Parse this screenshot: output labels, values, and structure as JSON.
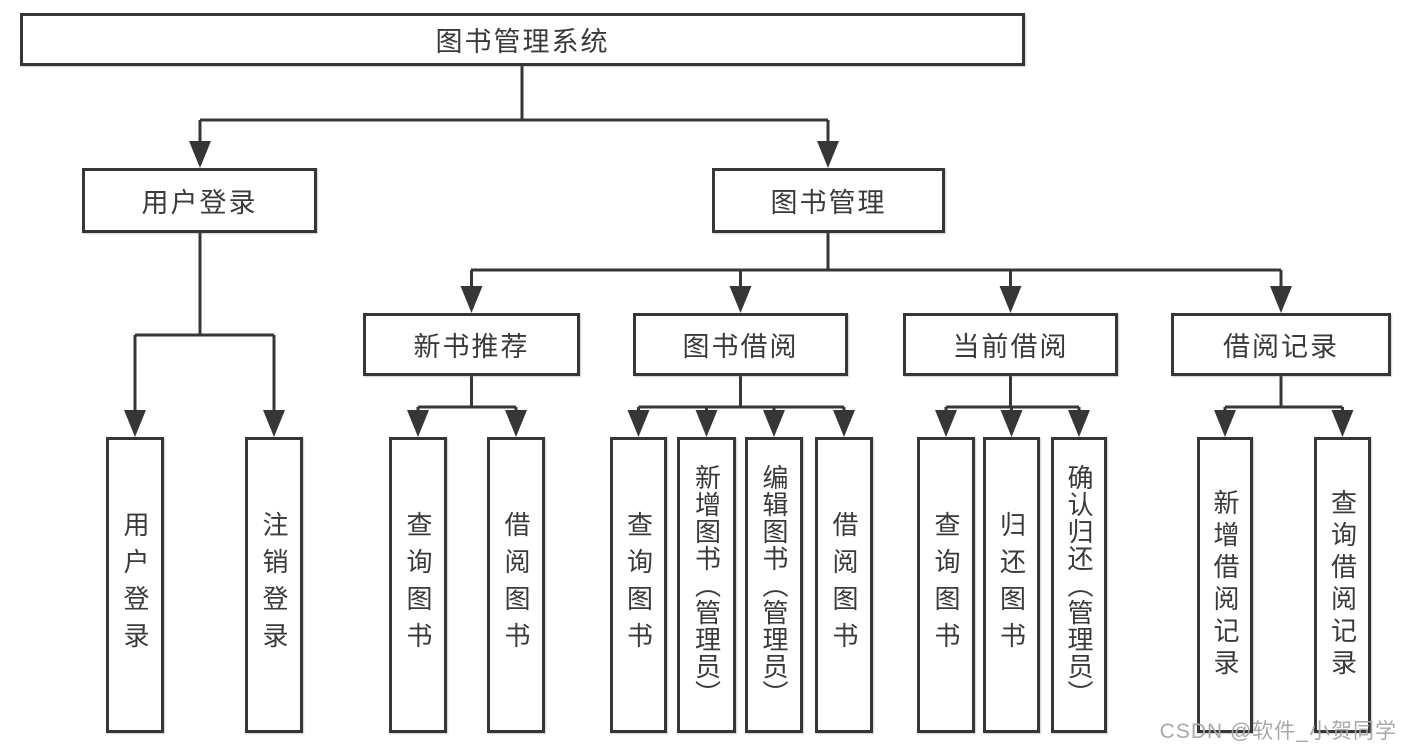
{
  "watermark": "CSDN @软件_小贺同学",
  "tree": {
    "root": {
      "label": "图书管理系统"
    },
    "branches": [
      {
        "label": "用户登录",
        "children": [
          {
            "label": "用户登录"
          },
          {
            "label": "注销登录"
          }
        ]
      },
      {
        "label": "图书管理",
        "children": [
          {
            "label": "新书推荐",
            "children": [
              {
                "label": "查询图书"
              },
              {
                "label": "借阅图书"
              }
            ]
          },
          {
            "label": "图书借阅",
            "children": [
              {
                "label": "查询图书"
              },
              {
                "label": "新增图书（管理员）"
              },
              {
                "label": "编辑图书（管理员）"
              },
              {
                "label": "借阅图书"
              }
            ]
          },
          {
            "label": "当前借阅",
            "children": [
              {
                "label": "查询图书"
              },
              {
                "label": "归还图书"
              },
              {
                "label": "确认归还（管理员）"
              }
            ]
          },
          {
            "label": "借阅记录",
            "children": [
              {
                "label": "新增借阅记录"
              },
              {
                "label": "查询借阅记录"
              }
            ]
          }
        ]
      }
    ]
  },
  "colors": {
    "line": "#363636",
    "text": "#3a3a3a",
    "watermark": "#a9a9a9",
    "background": "#ffffff"
  }
}
